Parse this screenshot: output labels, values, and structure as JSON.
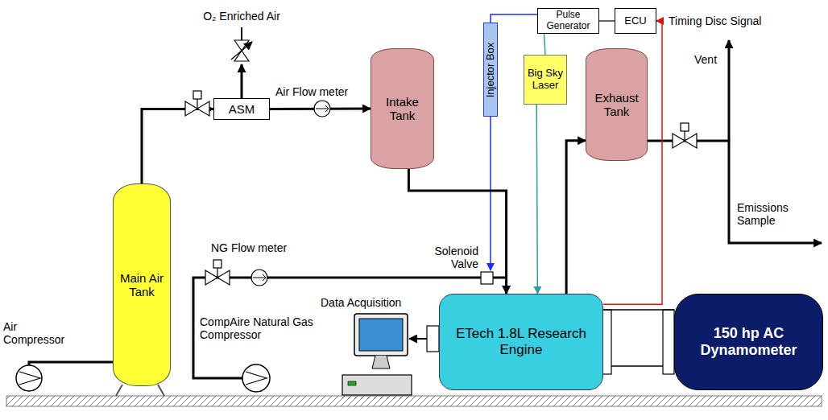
{
  "diagram": {
    "nodes": [
      {
        "text": [
          "Main Air Tank"
        ]
      },
      {
        "text": [
          "ASM"
        ]
      },
      {
        "text": [
          "Intake Tank"
        ]
      },
      {
        "text": [
          "Exhaust Tank"
        ]
      },
      {
        "text": [
          "Pulse Generator"
        ]
      },
      {
        "text": [
          "ECU"
        ]
      },
      {
        "text": [
          "Injector Box"
        ]
      },
      {
        "text": [
          "Big Sky Laser"
        ]
      },
      {
        "text": [
          "ETech 1.8L Research Engine"
        ]
      },
      {
        "text": [
          "150 hp AC Dynamometer"
        ]
      }
    ],
    "edges": [
      {
        "from": 0,
        "to": 1,
        "arrow": "to"
      },
      {
        "from": 1,
        "to": 2,
        "arrow": "to"
      },
      {
        "from": 2,
        "to": 8,
        "arrow": "to"
      },
      {
        "from": 8,
        "to": 3,
        "arrow": "to"
      },
      {
        "from": 4,
        "to": 5,
        "arrow": "none"
      },
      {
        "from": 4,
        "to": 6,
        "arrow": "none"
      },
      {
        "from": 4,
        "to": 7,
        "arrow": "none"
      },
      {
        "from": 7,
        "to": 8,
        "arrow": "to"
      },
      {
        "from": 8,
        "to": 5,
        "arrow": "to"
      },
      {
        "from": 8,
        "to": 9,
        "arrow": "none"
      }
    ],
    "labels": [
      "O₂ Enriched Air",
      "Air Flow meter",
      "NG Flow meter",
      "Solenoid Valve",
      "Air Compressor",
      "CompAire Natural Gas Compressor",
      "Data Acquisition",
      "Timing Disc Signal",
      "Vent",
      "Emissions Sample"
    ]
  }
}
